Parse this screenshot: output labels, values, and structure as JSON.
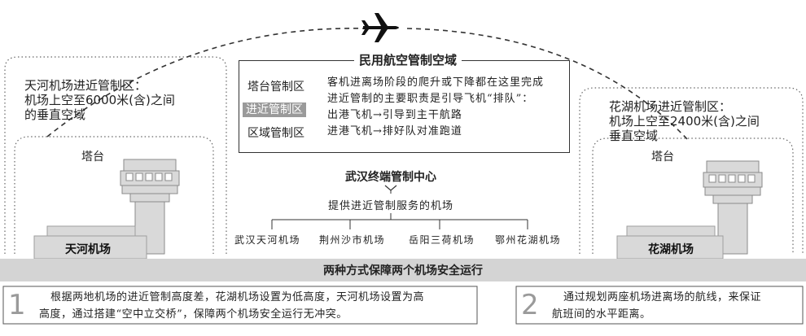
{
  "title_control_area": "民用航空管制空域",
  "legend": {
    "tower": "塔台管制区",
    "approach": "进近管制区",
    "area": "区域管制区"
  },
  "description_lines": [
    "客机进离场阶段的爬升或下降都在这里完成",
    "进近管制的主要职责是引导飞机“排队”：",
    "出港飞机→引导到主干航路",
    "进港飞机→排好队对准跑道"
  ],
  "left_zone": {
    "lines": [
      "天河机场进近管制区：",
      "机场上空至6000米(含)之间",
      "的垂直空域"
    ],
    "tower_label": "塔台",
    "airport_label": "天河机场"
  },
  "right_zone": {
    "lines": [
      "花湖机场进近管制区：",
      "机场上空至2400米(含)之间",
      "垂直空域"
    ],
    "tower_label": "塔台",
    "airport_label": "花湖机场"
  },
  "center": {
    "title": "武汉终端管制中心",
    "subtitle": "提供进近管制服务的机场",
    "airports": [
      "武汉天河机场",
      "荆州沙市机场",
      "岳阳三荷机场",
      "鄂州花湖机场"
    ]
  },
  "banner": "两种方式保障两个机场安全运行",
  "notes": [
    {
      "num": "1",
      "line1": "根据两地机场的进近管制高度差，花湖机场设置为低高度，天河机场设置为高",
      "line2": "高度，通过搭建“空中立交桥”，保障两个机场安全运行无冲突。"
    },
    {
      "num": "2",
      "line1": "通过规划两座机场进离场的航线，来保证",
      "line2": "航班间的水平距离。"
    }
  ],
  "colors": {
    "highlight": "#9a9a9a",
    "banner": "#d4d4d4",
    "airport": "#d9d9d9",
    "line": "#333333"
  },
  "icons": [
    "airplane-icon",
    "control-tower-icon"
  ]
}
